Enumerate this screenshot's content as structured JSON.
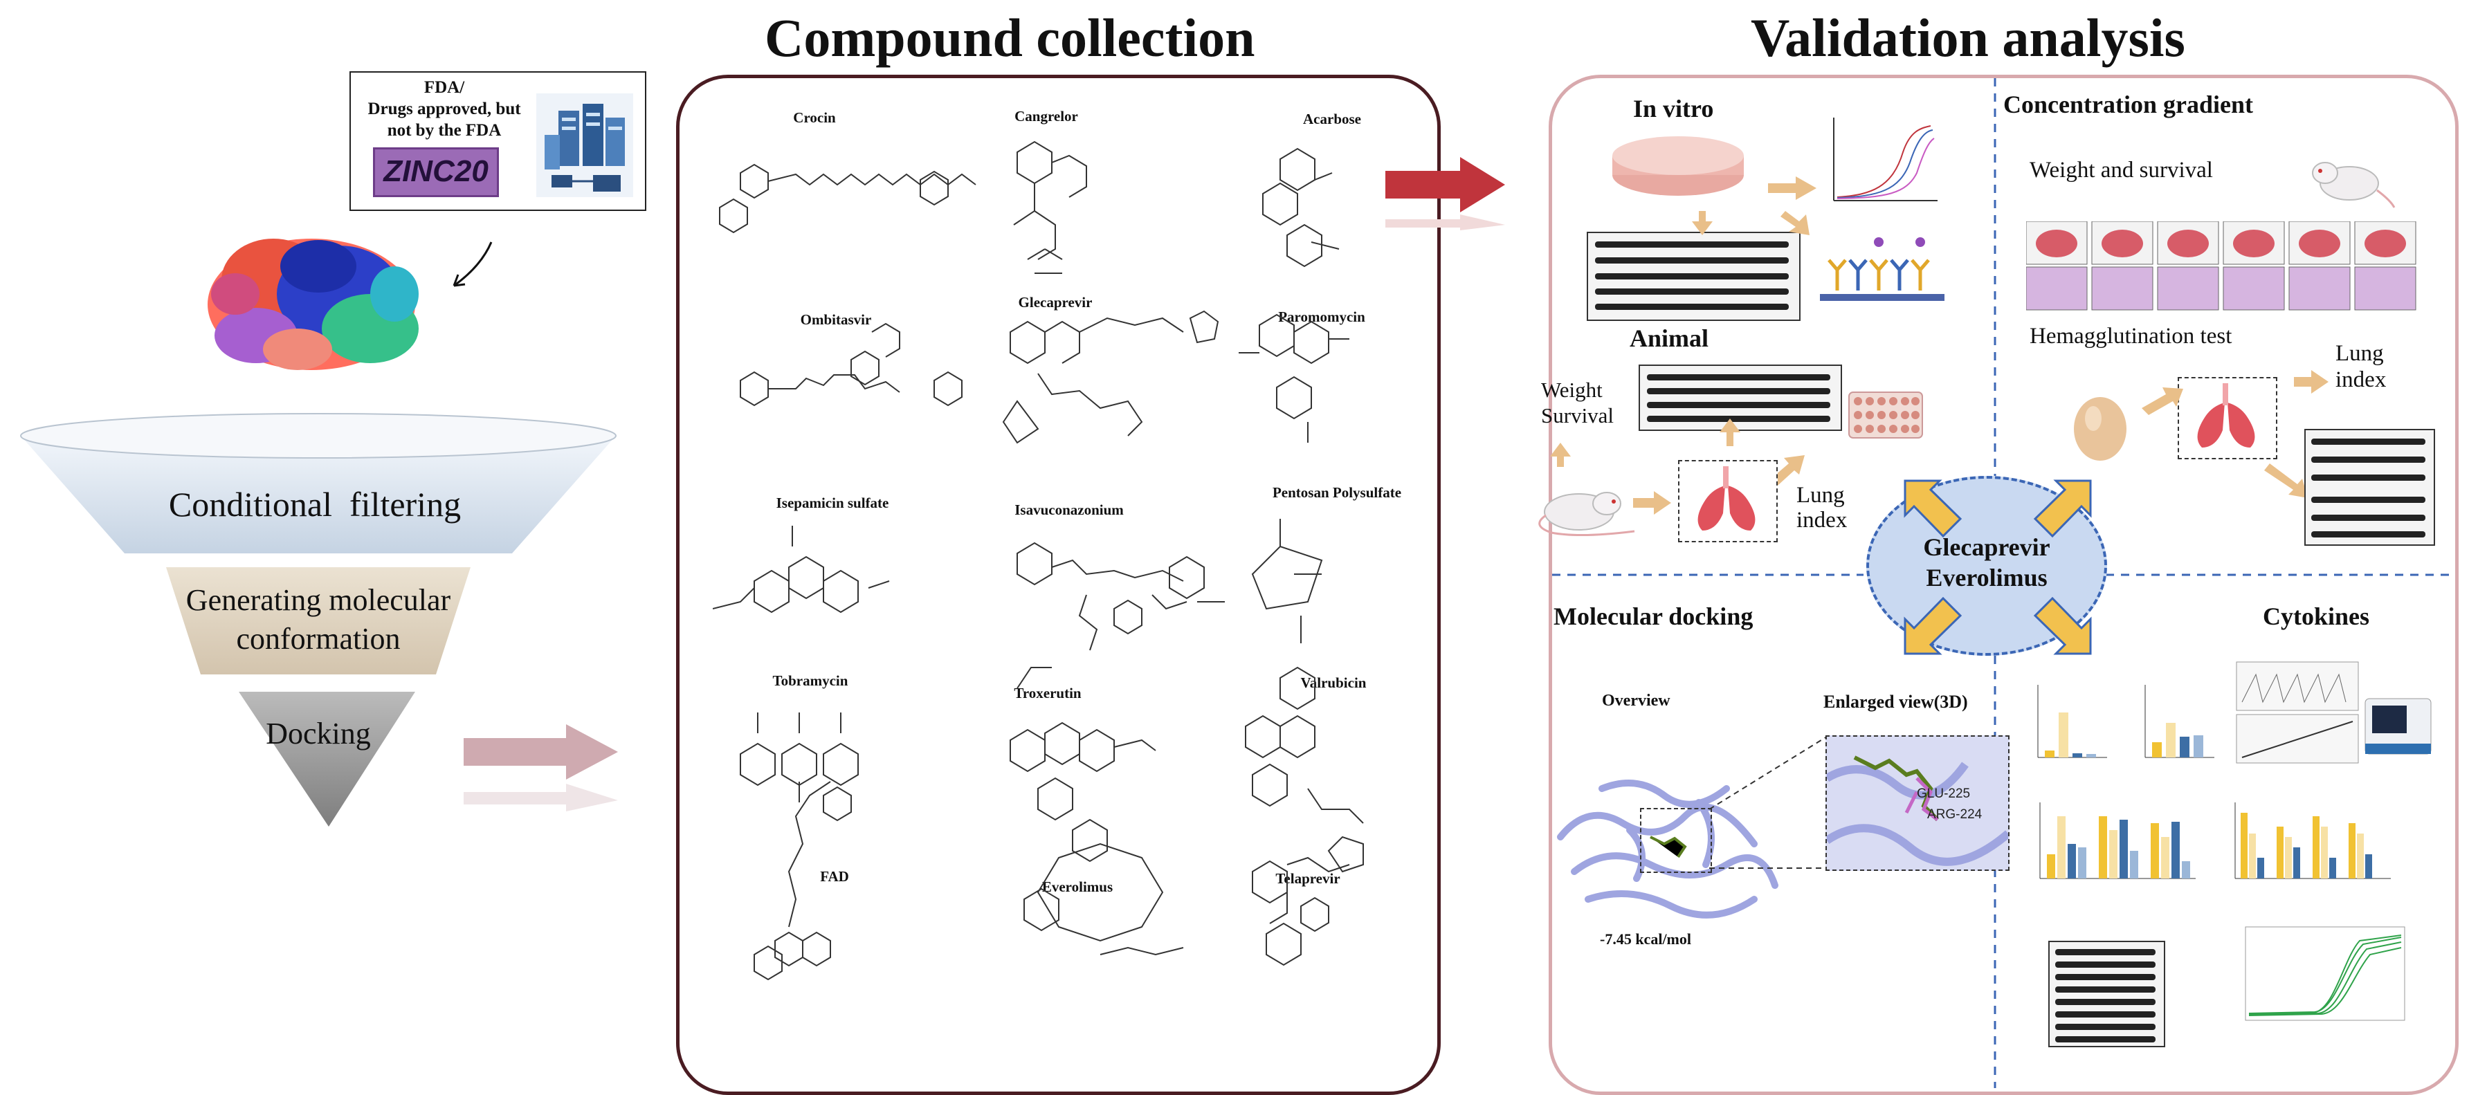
{
  "headers": {
    "compound_collection": "Compound collection",
    "validation_analysis": "Validation analysis"
  },
  "left": {
    "database_box": {
      "text_line1": "FDA/",
      "text_line2": "Drugs approved, but",
      "text_line3": "not by the FDA",
      "badge": "ZINC20"
    },
    "funnel": {
      "stage1": "Conditional  filtering",
      "stage2_line1": "Generating molecular",
      "stage2_line2": "conformation",
      "stage3": "Docking"
    }
  },
  "compounds": [
    {
      "name": "Crocin"
    },
    {
      "name": "Cangrelor"
    },
    {
      "name": "Acarbose"
    },
    {
      "name": "Ombitasvir"
    },
    {
      "name": "Glecaprevir"
    },
    {
      "name": "Paromomycin"
    },
    {
      "name": "Isepamicin sulfate"
    },
    {
      "name": "Isavuconazonium"
    },
    {
      "name": "Pentosan Polysulfate"
    },
    {
      "name": "Tobramycin"
    },
    {
      "name": "Troxerutin"
    },
    {
      "name": "Valrubicin"
    },
    {
      "name": "FAD"
    },
    {
      "name": "Everolimus"
    },
    {
      "name": "Telaprevir"
    }
  ],
  "validation": {
    "in_vitro": "In vitro",
    "animal": "Animal",
    "weight_survival_1": "Weight",
    "weight_survival_2": "Survival",
    "lung_index_1": "Lung",
    "lung_index_2": "index",
    "concentration_gradient": "Concentration gradient",
    "weight_and_survival": "Weight and survival",
    "hemagglutination_test": "Hemagglutination test",
    "lung_index_right_1": "Lung",
    "lung_index_right_2": "index",
    "molecular_docking": "Molecular docking",
    "overview": "Overview",
    "enlarged_view": "Enlarged view(3D)",
    "residue1": "GLU-225",
    "residue2": "ARG-224",
    "energy": "-7.45 kcal/mol",
    "cytokines": "Cytokines",
    "center_line1": "Glecaprevir",
    "center_line2": "Everolimus"
  },
  "colors": {
    "compound_border": "#4a1c22",
    "validation_border": "#d8a9ad",
    "red_arrow": "#c0343c",
    "pink_arrow": "#cfaab0",
    "yellow_arrow": "#f2c14e",
    "center_fill": "#c9d9f1",
    "bar_yellow": "#f1c232",
    "bar_blue": "#3d6ea5"
  }
}
